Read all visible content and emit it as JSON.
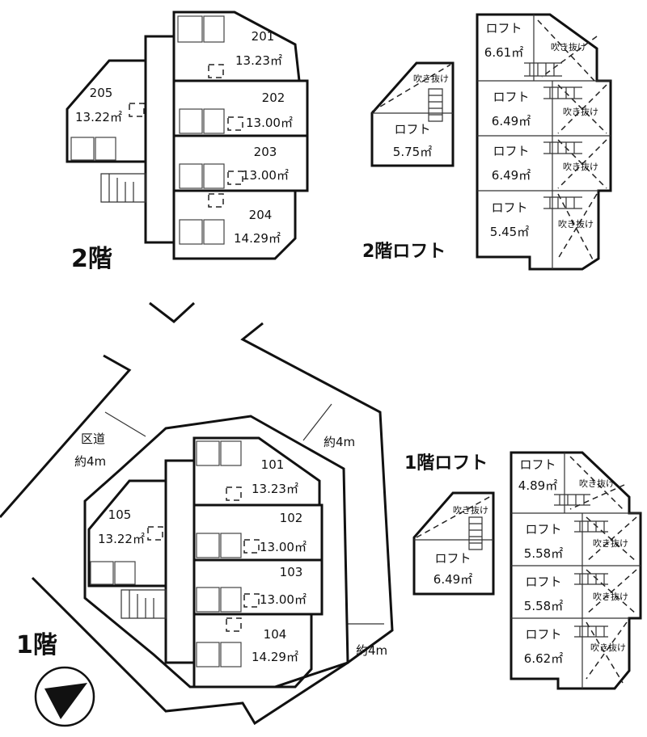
{
  "floor2": {
    "title": "2階",
    "units": [
      {
        "no": "201",
        "area": "13.23㎡"
      },
      {
        "no": "202",
        "area": "13.00㎡"
      },
      {
        "no": "203",
        "area": "13.00㎡"
      },
      {
        "no": "204",
        "area": "14.29㎡"
      },
      {
        "no": "205",
        "area": "13.22㎡"
      }
    ]
  },
  "loft2": {
    "title": "2階ロフト",
    "open_label": "吹き抜け",
    "loft_label": "ロフト",
    "areas": [
      "5.75㎡",
      "6.61㎡",
      "6.49㎡",
      "6.49㎡",
      "5.45㎡"
    ]
  },
  "floor1": {
    "title": "1階",
    "units": [
      {
        "no": "101",
        "area": "13.23㎡"
      },
      {
        "no": "102",
        "area": "13.00㎡"
      },
      {
        "no": "103",
        "area": "13.00㎡"
      },
      {
        "no": "104",
        "area": "14.29㎡"
      },
      {
        "no": "105",
        "area": "13.22㎡"
      }
    ],
    "road": "区道",
    "road_width": "約4m",
    "dist_right_top": "約4m",
    "dist_right_bottom": "約4m"
  },
  "loft1": {
    "title": "1階ロフト",
    "open_label": "吹き抜け",
    "loft_label": "ロフト",
    "areas": [
      "6.49㎡",
      "4.89㎡",
      "5.58㎡",
      "5.58㎡",
      "6.62㎡"
    ]
  }
}
